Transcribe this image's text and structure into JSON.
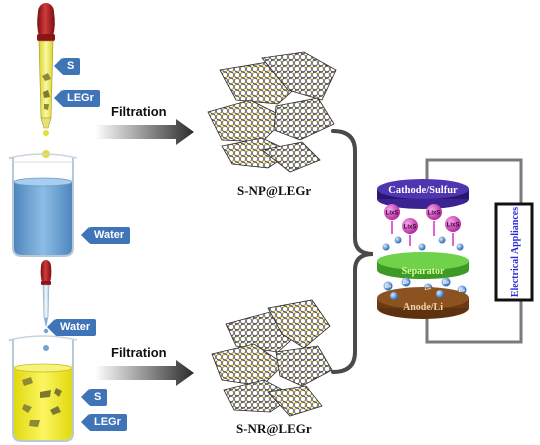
{
  "labels": {
    "s_top": "S",
    "legr_top": "LEGr",
    "water_top": "Water",
    "water_bottom": "Water",
    "s_bottom": "S",
    "legr_bottom": "LEGr",
    "filtration_top": "Filtration",
    "filtration_bottom": "Filtration",
    "product_top": "S-NP@LEGr",
    "product_bottom": "S-NR@LEGr"
  },
  "battery": {
    "cathode": "Cathode/Sulfur",
    "separator": "Separator",
    "anode": "Anode/Li",
    "appliance": "Electrical Appliances",
    "polysulfide": "LixS",
    "lithium_ion": "Li+"
  },
  "colors": {
    "tag_blue": "#3f74b7",
    "cathode_purple": "#2a1670",
    "polysulfide_magenta": "#d63cbf",
    "separator_green": "#4cbb2e",
    "anode_brown": "#7a4316",
    "appliance_text": "#2b2bd8",
    "water_blue": "#6fa4d3",
    "legr_yellow": "#f4ee2a"
  }
}
